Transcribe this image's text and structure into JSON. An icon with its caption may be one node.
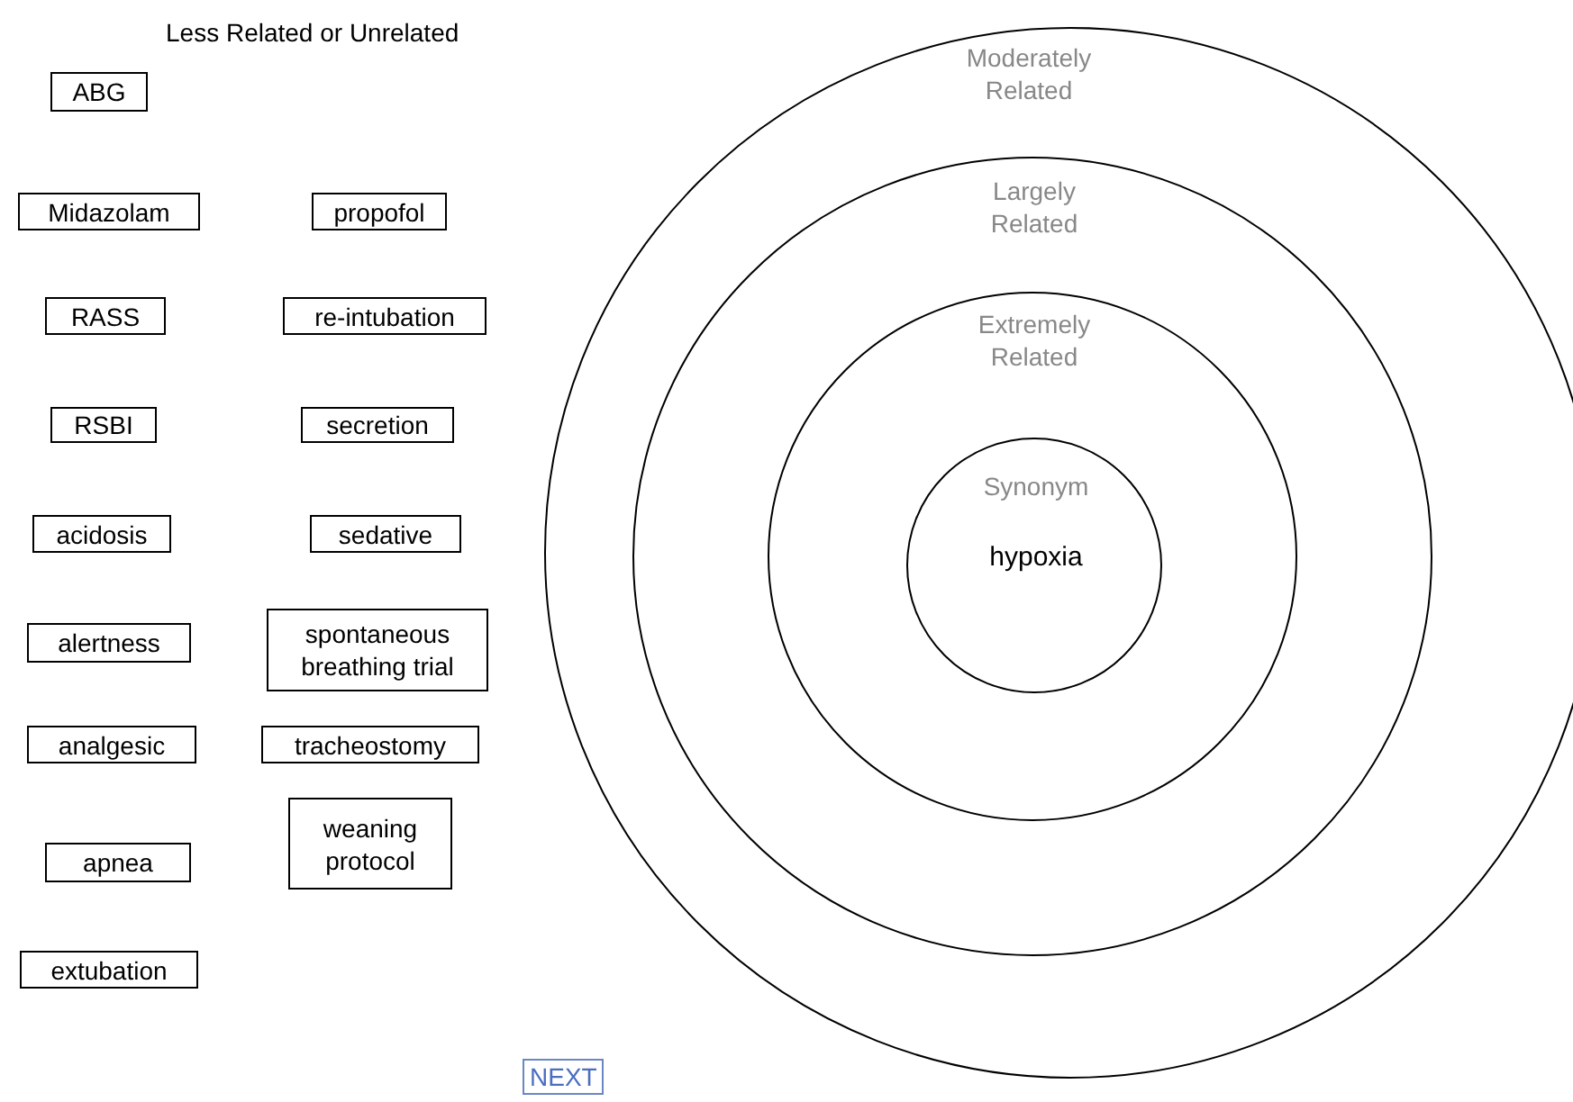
{
  "diagram": {
    "nodes": [
      {
        "text": [
          "ABG"
        ]
      },
      {
        "text": [
          "Midazolam"
        ]
      },
      {
        "text": [
          "propofol"
        ]
      },
      {
        "text": [
          "RASS"
        ]
      },
      {
        "text": [
          "re-intubation"
        ]
      },
      {
        "text": [
          "RSBI"
        ]
      },
      {
        "text": [
          "secretion"
        ]
      },
      {
        "text": [
          "acidosis"
        ]
      },
      {
        "text": [
          "sedative"
        ]
      },
      {
        "text": [
          "alertness"
        ]
      },
      {
        "text": [
          "spontaneous breathing trial"
        ]
      },
      {
        "text": [
          "analgesic"
        ]
      },
      {
        "text": [
          "tracheostomy"
        ]
      },
      {
        "text": [
          "apnea"
        ]
      },
      {
        "text": [
          "weaning protocol"
        ]
      },
      {
        "text": [
          "extubation"
        ]
      },
      {
        "text": [
          "Moderately Related"
        ]
      },
      {
        "text": [
          "Largely Related"
        ],
        "in": 16
      },
      {
        "text": [
          "Extremely Related"
        ],
        "in": 17
      },
      {
        "text": [
          "Synonym",
          "hypoxia"
        ],
        "in": 18
      }
    ],
    "labels": [
      "Less Related or Unrelated",
      "NEXT"
    ]
  }
}
